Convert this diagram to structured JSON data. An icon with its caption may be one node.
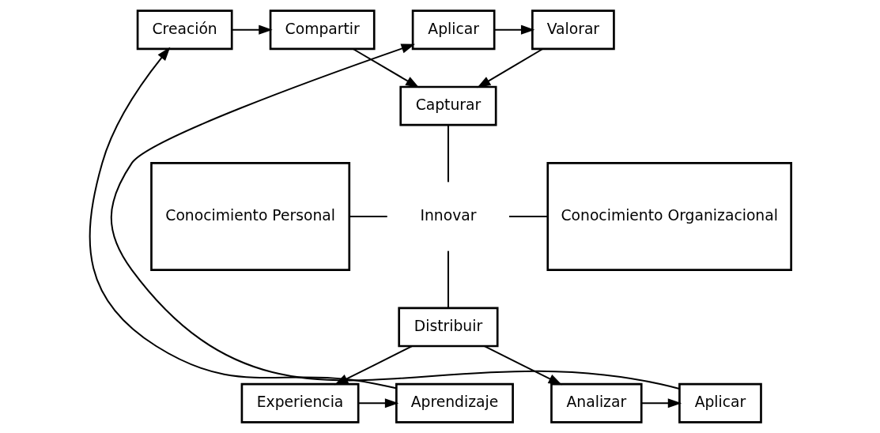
{
  "diagram": {
    "nodes": [
      {
        "text": [
          "Creación"
        ]
      },
      {
        "text": [
          "Compartir"
        ]
      },
      {
        "text": [
          "Valorar"
        ]
      },
      {
        "text": [
          "Aplicar"
        ]
      },
      {
        "text": [
          "Capturar"
        ]
      },
      {
        "text": [
          "Conocimiento Personal"
        ]
      },
      {
        "text": [
          "Innovar"
        ]
      },
      {
        "text": [
          "Conocimiento Organizacional"
        ]
      },
      {
        "text": [
          "Distribuir"
        ]
      },
      {
        "text": [
          "Aprendizaje"
        ]
      },
      {
        "text": [
          "Experiencia"
        ]
      },
      {
        "text": [
          "Analizar"
        ]
      },
      {
        "text": [
          "Aplicar"
        ]
      }
    ],
    "edges": [
      {
        "from": 0,
        "to": 1,
        "arrow": "to"
      },
      {
        "from": 3,
        "to": 2,
        "arrow": "to"
      },
      {
        "from": 1,
        "to": 4,
        "arrow": "to"
      },
      {
        "from": 2,
        "to": 4,
        "arrow": "to"
      },
      {
        "from": 5,
        "to": 6,
        "arrow": "none"
      },
      {
        "from": 6,
        "to": 7,
        "arrow": "none"
      },
      {
        "from": 4,
        "to": 6,
        "arrow": "none"
      },
      {
        "from": 6,
        "to": 8,
        "arrow": "none"
      },
      {
        "from": 8,
        "to": 10,
        "arrow": "to"
      },
      {
        "from": 8,
        "to": 11,
        "arrow": "to"
      },
      {
        "from": 10,
        "to": 9,
        "arrow": "to"
      },
      {
        "from": 11,
        "to": 12,
        "arrow": "to"
      },
      {
        "from": 9,
        "to": 0,
        "arrow": "to"
      },
      {
        "from": 12,
        "to": 3,
        "arrow": "to"
      }
    ]
  }
}
